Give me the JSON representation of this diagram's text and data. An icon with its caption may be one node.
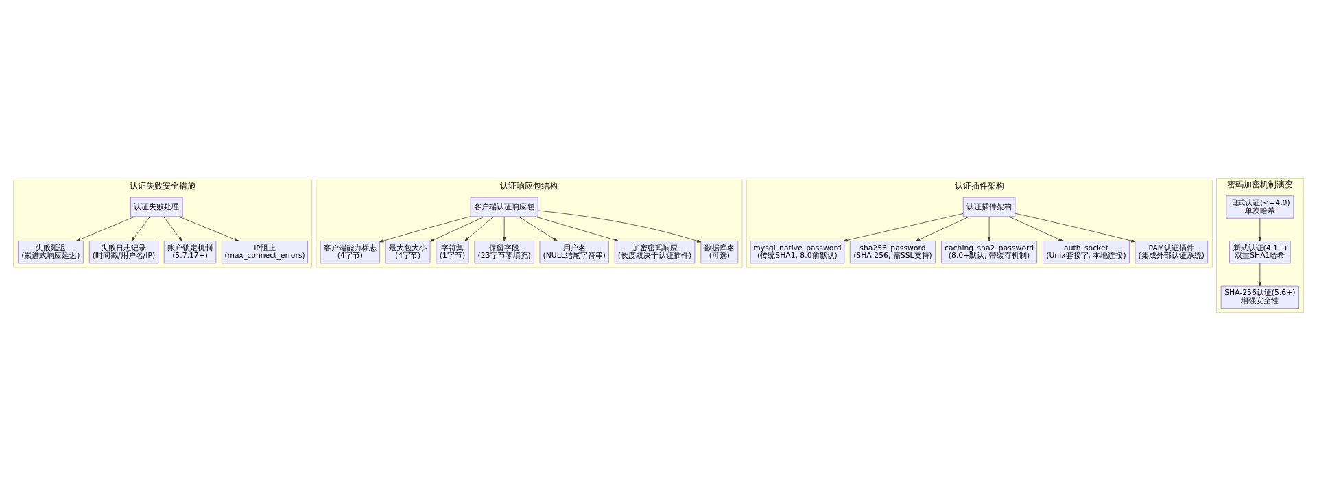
{
  "diagram": {
    "nodes": [
      {
        "text": [
          "认证失败安全措施"
        ]
      },
      {
        "text": [
          "认证失败处理"
        ],
        "in": 0
      },
      {
        "text": [
          "失败延迟",
          "(累进式响应延迟)"
        ],
        "in": 0
      },
      {
        "text": [
          "失败日志记录",
          "(时间戳/用户名/IP)"
        ],
        "in": 0
      },
      {
        "text": [
          "账户锁定机制",
          "(5.7.17+)"
        ],
        "in": 0
      },
      {
        "text": [
          "IP阻止",
          "(max_connect_errors)"
        ],
        "in": 0
      },
      {
        "text": [
          "认证响应包结构"
        ]
      },
      {
        "text": [
          "客户端认证响应包"
        ],
        "in": 6
      },
      {
        "text": [
          "客户端能力标志",
          "(4字节)"
        ],
        "in": 6
      },
      {
        "text": [
          "最大包大小",
          "(4字节)"
        ],
        "in": 6
      },
      {
        "text": [
          "字符集",
          "(1字节)"
        ],
        "in": 6
      },
      {
        "text": [
          "保留字段",
          "(23字节零填充)"
        ],
        "in": 6
      },
      {
        "text": [
          "用户名",
          "(NULL结尾字符串)"
        ],
        "in": 6
      },
      {
        "text": [
          "加密密码响应",
          "(长度取决于认证插件)"
        ],
        "in": 6
      },
      {
        "text": [
          "数据库名",
          "(可选)"
        ],
        "in": 6
      },
      {
        "text": [
          "认证插件架构"
        ]
      },
      {
        "text": [
          "认证插件架构"
        ],
        "in": 15
      },
      {
        "text": [
          "mysql_native_password",
          "(传统SHA1, 8.0前默认)"
        ],
        "in": 15
      },
      {
        "text": [
          "sha256_password",
          "(SHA-256, 需SSL支持)"
        ],
        "in": 15
      },
      {
        "text": [
          "caching_sha2_password",
          "(8.0+默认, 带缓存机制)"
        ],
        "in": 15
      },
      {
        "text": [
          "auth_socket",
          "(Unix套接字, 本地连接)"
        ],
        "in": 15
      },
      {
        "text": [
          "PAM认证插件",
          "(集成外部认证系统)"
        ],
        "in": 15
      },
      {
        "text": [
          "密码加密机制演变"
        ]
      },
      {
        "text": [
          "旧式认证(<=4.0)",
          "单次哈希"
        ],
        "in": 22
      },
      {
        "text": [
          "新式认证(4.1+)",
          "双重SHA1哈希"
        ],
        "in": 22
      },
      {
        "text": [
          "SHA-256认证(5.6+)",
          "增强安全性"
        ],
        "in": 22
      }
    ],
    "edges": [
      {
        "from": 1,
        "to": 2,
        "arrow": "to"
      },
      {
        "from": 1,
        "to": 3,
        "arrow": "to"
      },
      {
        "from": 1,
        "to": 4,
        "arrow": "to"
      },
      {
        "from": 1,
        "to": 5,
        "arrow": "to"
      },
      {
        "from": 7,
        "to": 8,
        "arrow": "to"
      },
      {
        "from": 7,
        "to": 9,
        "arrow": "to"
      },
      {
        "from": 7,
        "to": 10,
        "arrow": "to"
      },
      {
        "from": 7,
        "to": 11,
        "arrow": "to"
      },
      {
        "from": 7,
        "to": 12,
        "arrow": "to"
      },
      {
        "from": 7,
        "to": 13,
        "arrow": "to"
      },
      {
        "from": 7,
        "to": 14,
        "arrow": "to"
      },
      {
        "from": 16,
        "to": 17,
        "arrow": "to"
      },
      {
        "from": 16,
        "to": 18,
        "arrow": "to"
      },
      {
        "from": 16,
        "to": 19,
        "arrow": "to"
      },
      {
        "from": 16,
        "to": 20,
        "arrow": "to"
      },
      {
        "from": 16,
        "to": 21,
        "arrow": "to"
      },
      {
        "from": 23,
        "to": 24,
        "arrow": "to"
      },
      {
        "from": 24,
        "to": 25,
        "arrow": "to"
      }
    ]
  }
}
